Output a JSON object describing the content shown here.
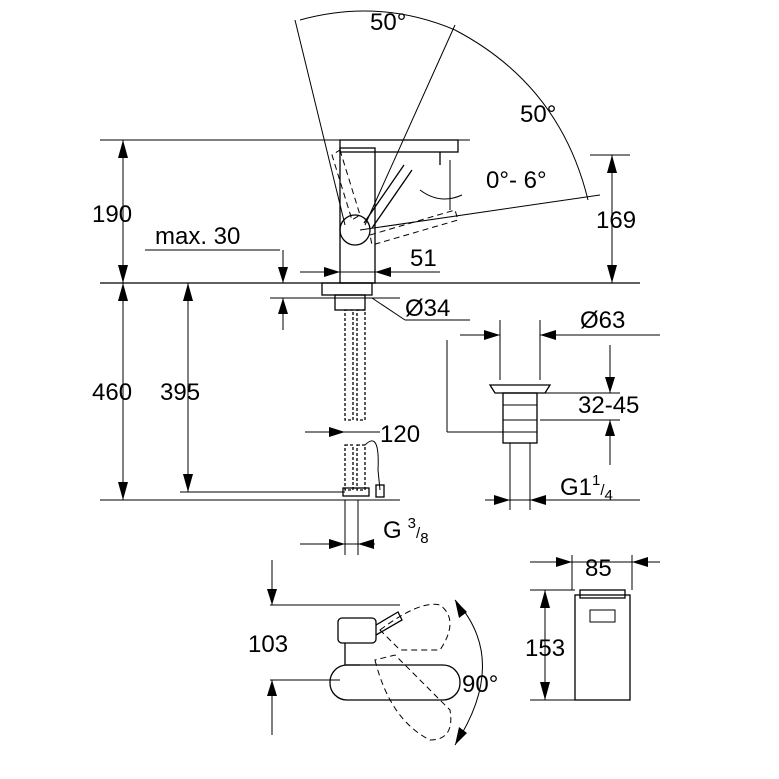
{
  "dimensions": {
    "angle_top": "50°",
    "angle_right": "50°",
    "tilt_range": "0°- 6°",
    "height_total": "190",
    "spout_height": "169",
    "max_thickness": "max. 30",
    "spout_base": "51",
    "hole_diameter": "Ø34",
    "waste_diameter": "Ø63",
    "below_counter": "460",
    "hose_length": "395",
    "hose_offset": "120",
    "counter_thickness_range": "32-45",
    "waste_thread": "G1",
    "waste_thread_num": "1",
    "waste_thread_den": "4",
    "hose_thread": "G",
    "hose_thread_num": "3",
    "hose_thread_den": "8",
    "side_width": "85",
    "side_height": "153",
    "plan_depth": "103",
    "swivel_angle": "90°"
  }
}
